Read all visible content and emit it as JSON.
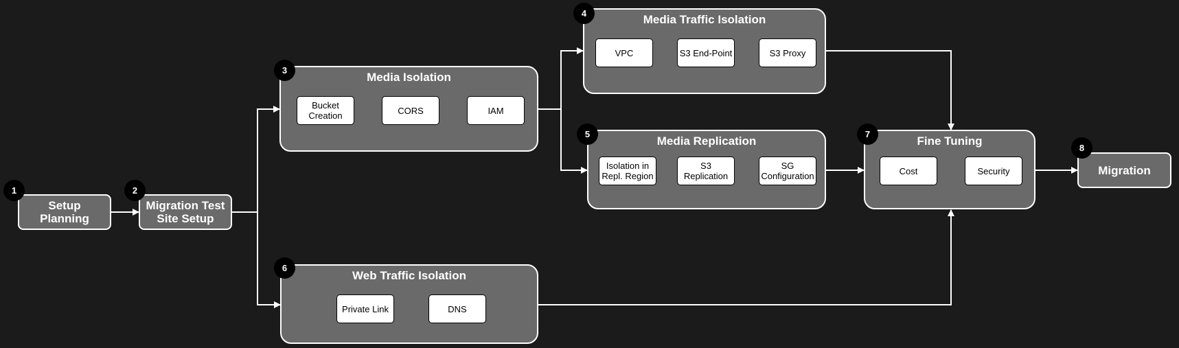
{
  "colors": {
    "background": "#1b1b1b",
    "box_fill": "#6a6a6a",
    "stroke": "#ffffff",
    "task_fill": "#ffffff",
    "badge_fill": "#000000"
  },
  "stages": {
    "setup": {
      "number": "1",
      "label": "Setup\nPlanning"
    },
    "migration_test": {
      "number": "2",
      "label": "Migration Test\nSite Setup"
    },
    "migration": {
      "number": "8",
      "label": "Migration"
    }
  },
  "groups": {
    "media_isolation": {
      "number": "3",
      "title": "Media Isolation",
      "tasks": [
        "Bucket\nCreation",
        "CORS",
        "IAM"
      ]
    },
    "media_traffic_isolation": {
      "number": "4",
      "title": "Media Traffic Isolation",
      "tasks": [
        "VPC",
        "S3 End-Point",
        "S3 Proxy"
      ]
    },
    "media_replication": {
      "number": "5",
      "title": "Media Replication",
      "tasks": [
        "Isolation in\nRepl. Region",
        "S3 Replication",
        "SG\nConfiguration"
      ]
    },
    "web_traffic_isolation": {
      "number": "6",
      "title": "Web Traffic Isolation",
      "tasks": [
        "Private Link",
        "DNS"
      ]
    },
    "fine_tuning": {
      "number": "7",
      "title": "Fine Tuning",
      "tasks": [
        "Cost",
        "Security"
      ]
    }
  }
}
